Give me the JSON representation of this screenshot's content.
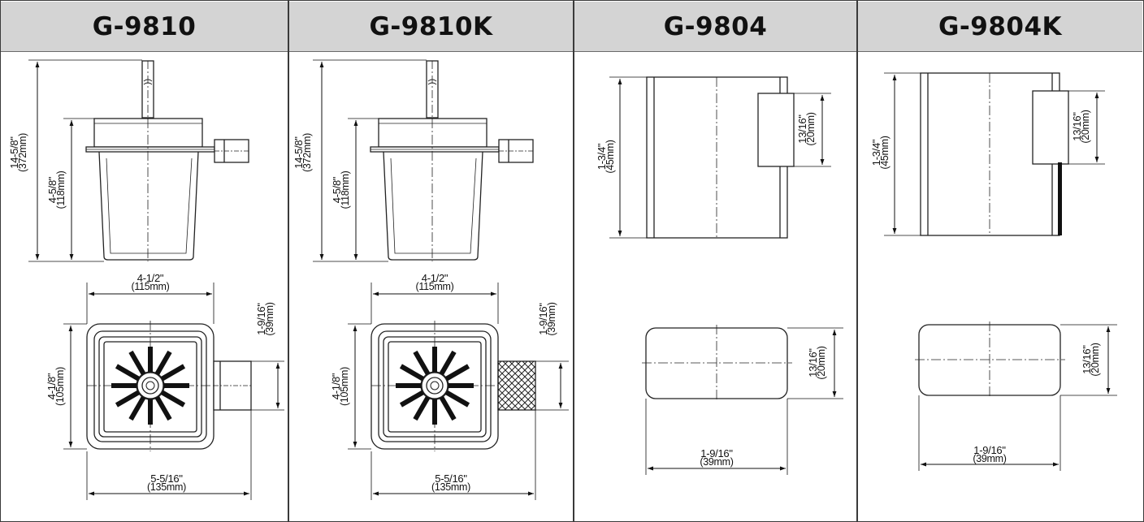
{
  "headers": [
    "G-9810",
    "G-9810K",
    "G-9804",
    "G-9804K"
  ],
  "dims": {
    "total_height": [
      "14-5/8\"",
      "(372mm)"
    ],
    "body_height": [
      "4-5/8\"",
      "(118mm)"
    ],
    "top_width": [
      "4-1/2\"",
      "(115mm)"
    ],
    "side_depth": [
      "4-1/8\"",
      "(105mm)"
    ],
    "handle_width": [
      "1-9/16\"",
      "(39mm)"
    ],
    "overall_width": [
      "5-5/16\"",
      "(135mm)"
    ],
    "blade_height": [
      "1-3/4\"",
      "(45mm)"
    ],
    "blade_tab": [
      "13/16\"",
      "(20mm)"
    ],
    "blade_width": [
      "1-9/16\"",
      "(39mm)"
    ]
  }
}
